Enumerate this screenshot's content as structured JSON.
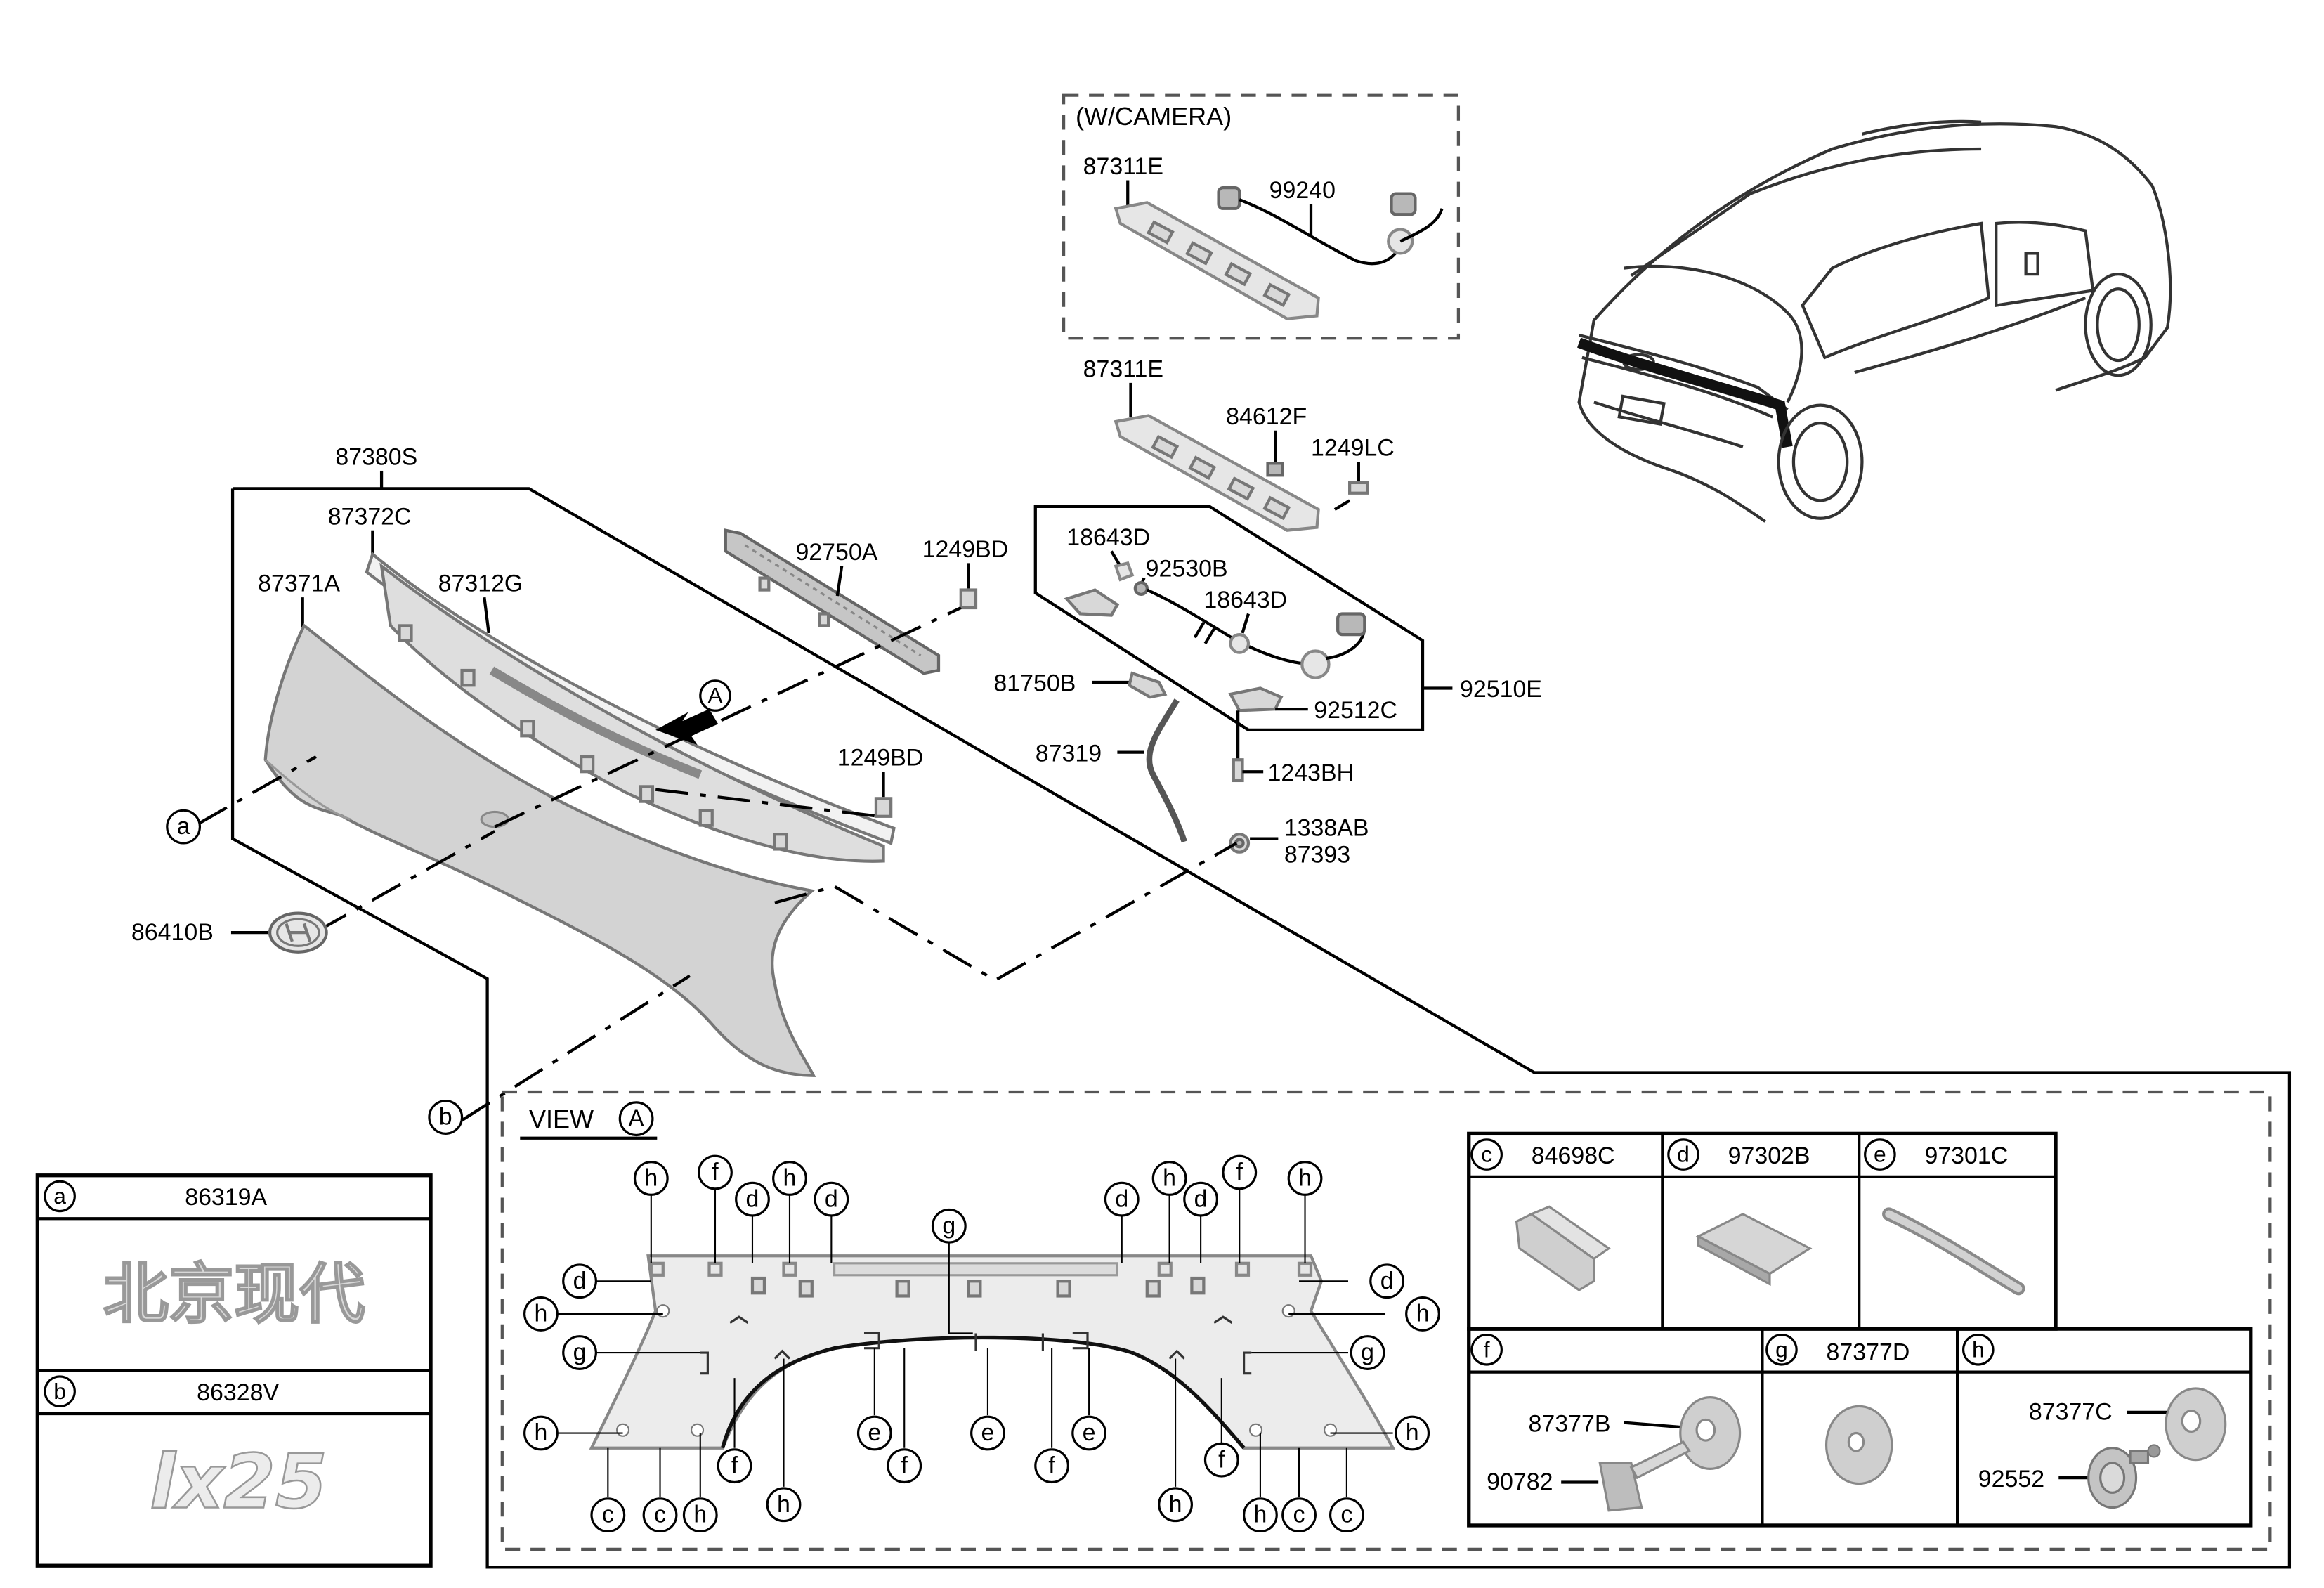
{
  "labels": {
    "w_camera": "(W/CAMERA)",
    "p87311E_a": "87311E",
    "p99240": "99240",
    "p87311E_b": "87311E",
    "p84612F": "84612F",
    "p1249LC": "1249LC",
    "p87380S": "87380S",
    "p87372C": "87372C",
    "p87371A": "87371A",
    "p87312G": "87312G",
    "p92750A": "92750A",
    "p1249BD_a": "1249BD",
    "p1249BD_b": "1249BD",
    "p18643D_a": "18643D",
    "p92530B": "92530B",
    "p18643D_b": "18643D",
    "p81750B": "81750B",
    "p92512C": "92512C",
    "p92510E": "92510E",
    "p87319": "87319",
    "p1243BH": "1243BH",
    "p1338AB": "1338AB",
    "p87393": "87393",
    "p86410B": "86410B",
    "view": "VIEW",
    "view_ref": "A",
    "arrow_ref": "A"
  },
  "callouts": {
    "a": "a",
    "b": "b",
    "c": "c",
    "d": "d",
    "e": "e",
    "f": "f",
    "g": "g",
    "h": "h"
  },
  "badge_table": {
    "row_a": {
      "key": "a",
      "part": "86319A",
      "emblem": "北京现代"
    },
    "row_b": {
      "key": "b",
      "part": "86328V",
      "emblem": "lx25"
    }
  },
  "fastener_table": {
    "c": {
      "key": "c",
      "part": "84698C"
    },
    "d": {
      "key": "d",
      "part": "97302B"
    },
    "e": {
      "key": "e",
      "part": "97301C"
    },
    "f": {
      "key": "f",
      "parts": [
        "87377B",
        "90782"
      ]
    },
    "g": {
      "key": "g",
      "part": "87377D"
    },
    "h": {
      "key": "h",
      "parts": [
        "87377C",
        "92552"
      ]
    }
  }
}
